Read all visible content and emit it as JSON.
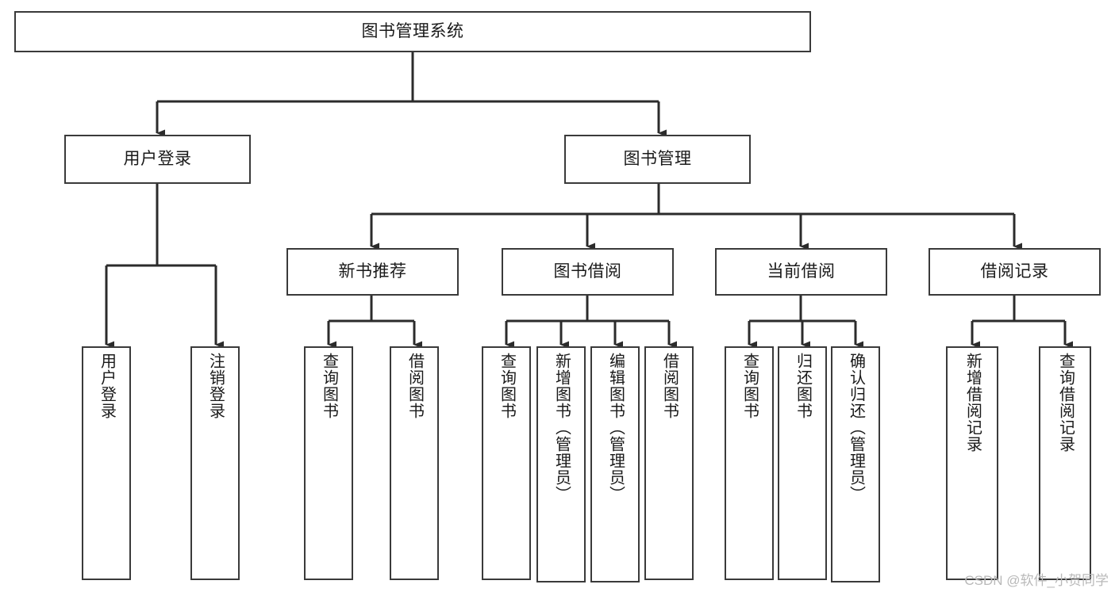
{
  "diagram": {
    "type": "tree-hierarchy-chart",
    "title": "图书管理系统",
    "orientation": "top-down",
    "colors": {
      "background": "#ffffff",
      "node_fill": "#ffffff",
      "node_stroke": "#3a3a3a",
      "edge_stroke": "#2b2b2b",
      "text": "#1a1a1a",
      "watermark": "#b9b9b9"
    }
  },
  "watermark": {
    "text": "CSDN @软件_小贺同学"
  },
  "nodes": {
    "root": {
      "id": "root",
      "label": "图书管理系统",
      "level": 1
    },
    "level2": [
      {
        "id": "user-login",
        "label": "用户登录",
        "level": 2
      },
      {
        "id": "book-management",
        "label": "图书管理",
        "level": 2
      }
    ],
    "level3": [
      {
        "id": "new-book-recommend",
        "label": "新书推荐",
        "level": 3,
        "parent": "book-management"
      },
      {
        "id": "book-borrow",
        "label": "图书借阅",
        "level": 3,
        "parent": "book-management"
      },
      {
        "id": "current-borrow",
        "label": "当前借阅",
        "level": 3,
        "parent": "book-management"
      },
      {
        "id": "borrow-record",
        "label": "借阅记录",
        "level": 3,
        "parent": "book-management"
      }
    ],
    "leaves": [
      {
        "id": "leaf-user-login",
        "label": "用户登录",
        "parent": "user-login"
      },
      {
        "id": "leaf-user-logout",
        "label": "注销登录",
        "parent": "user-login"
      },
      {
        "id": "leaf-query-book-1",
        "label": "查询图书",
        "parent": "new-book-recommend"
      },
      {
        "id": "leaf-borrow-book-1",
        "label": "借阅图书",
        "parent": "new-book-recommend"
      },
      {
        "id": "leaf-query-book-2",
        "label": "查询图书",
        "parent": "book-borrow"
      },
      {
        "id": "leaf-add-book",
        "label": "新增图书（管理员）",
        "parent": "book-borrow"
      },
      {
        "id": "leaf-edit-book",
        "label": "编辑图书（管理员）",
        "parent": "book-borrow"
      },
      {
        "id": "leaf-borrow-book-2",
        "label": "借阅图书",
        "parent": "book-borrow"
      },
      {
        "id": "leaf-query-book-3",
        "label": "查询图书",
        "parent": "current-borrow"
      },
      {
        "id": "leaf-return-book",
        "label": "归还图书",
        "parent": "current-borrow"
      },
      {
        "id": "leaf-confirm-return",
        "label": "确认归还（管理员）",
        "parent": "current-borrow"
      },
      {
        "id": "leaf-add-record",
        "label": "新增借阅记录",
        "parent": "borrow-record"
      },
      {
        "id": "leaf-query-record",
        "label": "查询借阅记录",
        "parent": "borrow-record"
      }
    ]
  }
}
